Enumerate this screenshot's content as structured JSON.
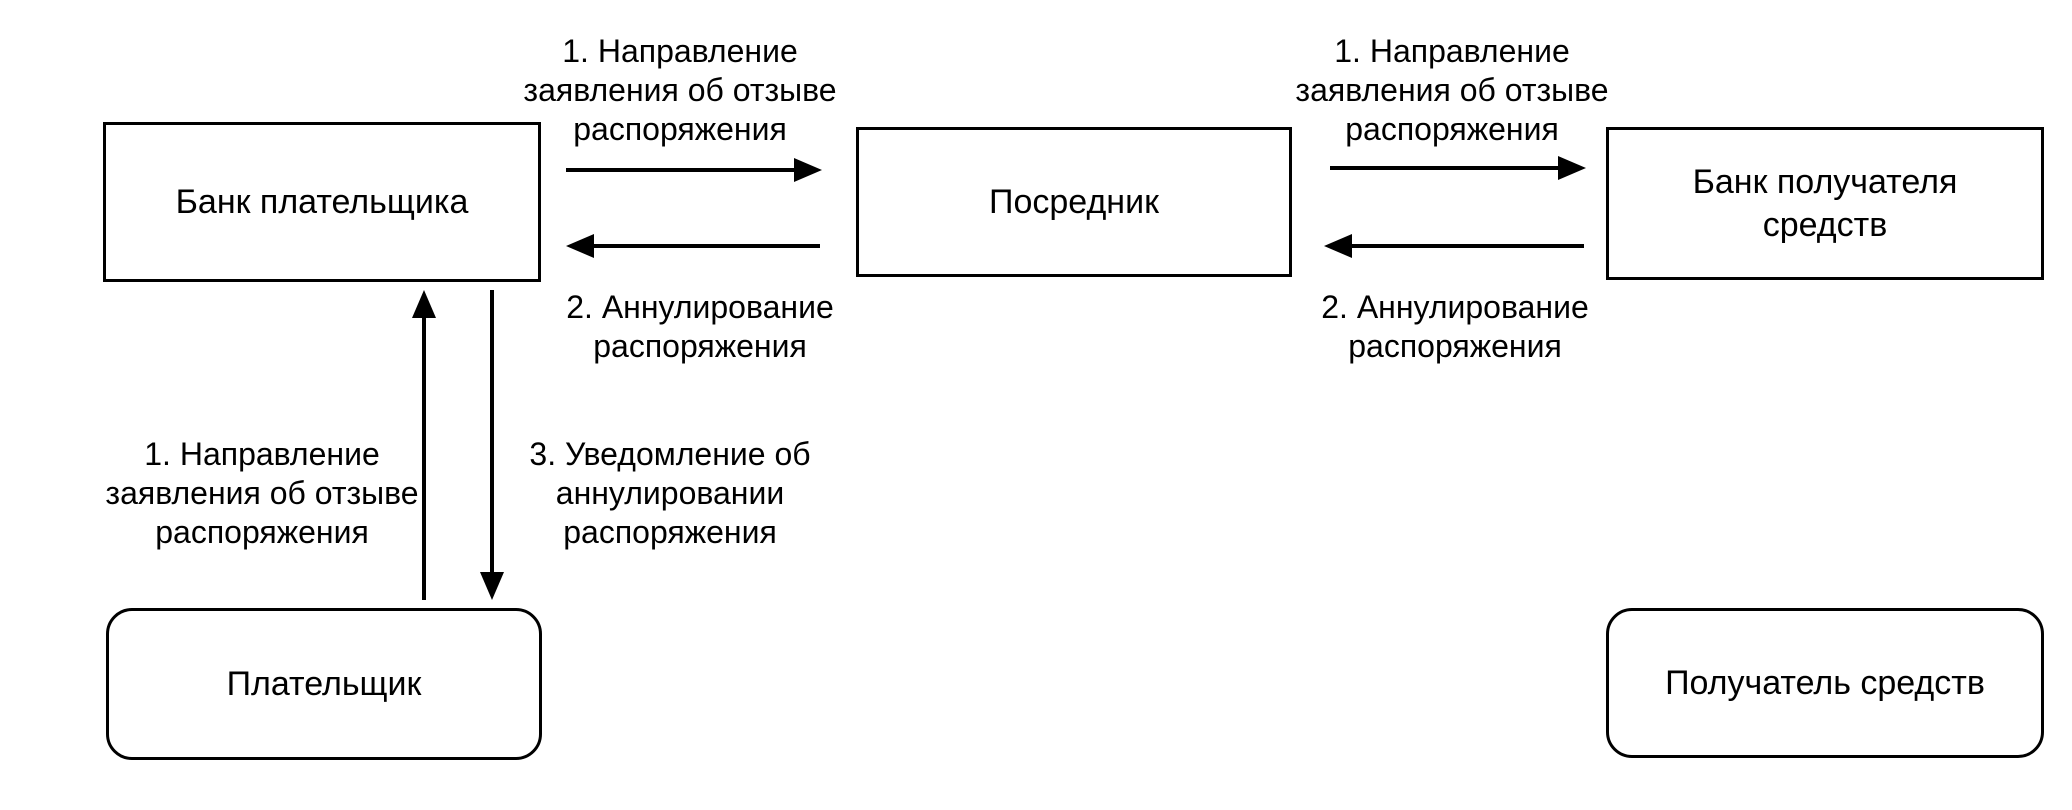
{
  "diagram": {
    "nodes": {
      "payer_bank": "Банк плательщика",
      "intermediary": "Посредник",
      "recipient_bank": "Банк получателя средств",
      "payer": "Плательщик",
      "recipient": "Получатель средств"
    },
    "labels": {
      "payerbank_to_intermediary": "1. Направление заявления об отзыве распоряжения",
      "intermediary_to_payerbank": "2. Аннулирование распоряжения",
      "intermediary_to_recipientbank": "1. Направление заявления об отзыве распоряжения",
      "recipientbank_to_intermediary": "2. Аннулирование распоряжения",
      "payer_to_payerbank": "1. Направление заявления об отзыве распоряжения",
      "payerbank_to_payer": "3. Уведомление об аннулировании распоряжения"
    },
    "colors": {
      "line": "#000000",
      "background": "#ffffff"
    }
  }
}
